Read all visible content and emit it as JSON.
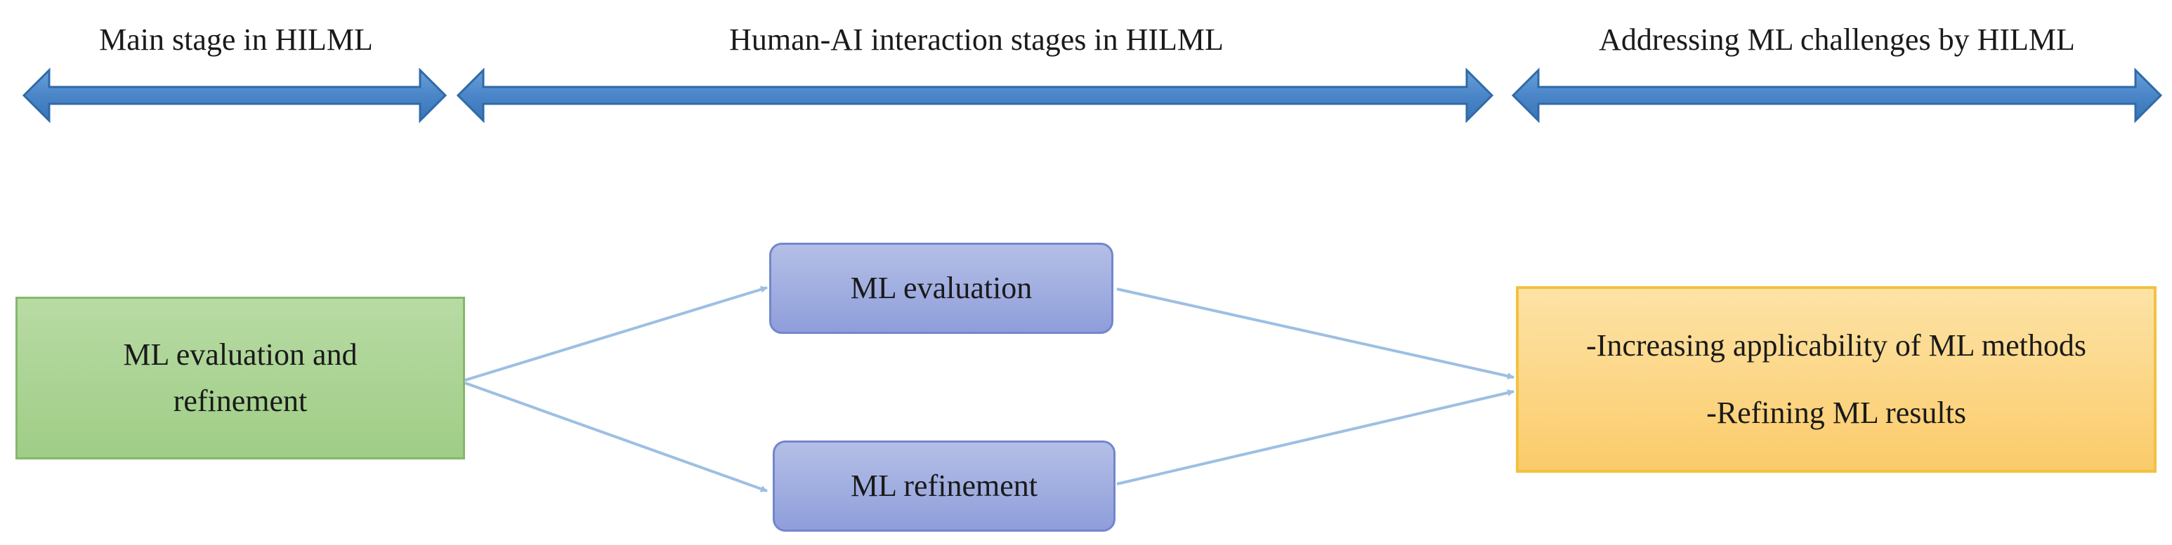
{
  "columns": {
    "main_stage": "Main stage in HILML",
    "interaction_stages": "Human-AI interaction stages in HILML",
    "challenges": "Addressing ML challenges by HILML"
  },
  "nodes": {
    "main": {
      "line1": "ML evaluation and",
      "line2": "refinement"
    },
    "evaluation": "ML evaluation",
    "refinement": "ML refinement",
    "outcomes": {
      "line1": "-Increasing applicability of ML methods",
      "line2": "-Refining ML results"
    }
  },
  "colors": {
    "arrow_fill": "#4a86c8",
    "arrow_stroke": "#2f6aa8",
    "connector": "#9dbfe3",
    "green": "#a9d18e",
    "blue": "#8fa2dc",
    "yellow": "#fbd071"
  }
}
